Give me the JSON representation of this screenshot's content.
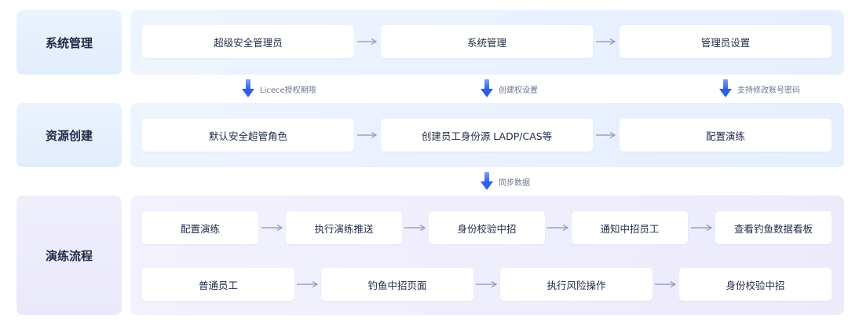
{
  "sections": [
    {
      "label": "系统管理"
    },
    {
      "label": "资源创建"
    },
    {
      "label": "演练流程"
    }
  ],
  "row1": [
    "超级安全管理员",
    "系统管理",
    "管理员设置"
  ],
  "row2": [
    "默认安全超管角色",
    "创建员工身份源 LADP/CAS等",
    "配置演练"
  ],
  "row3a": [
    "配置演练",
    "执行演练推送",
    "身份校验中招",
    "通知中招员工",
    "查看钓鱼数据看板"
  ],
  "row3b": [
    "普通员工",
    "钓鱼中招页面",
    "执行风险操作",
    "身份校验中招"
  ],
  "connectors": {
    "c1": "Licece授权期限",
    "c2": "创建权设置",
    "c3": "支持修改账号密码",
    "c4": "同步数据"
  },
  "colors": {
    "arrow_blue": "#3b6cf0",
    "arrow_line": "#8a93b8"
  }
}
